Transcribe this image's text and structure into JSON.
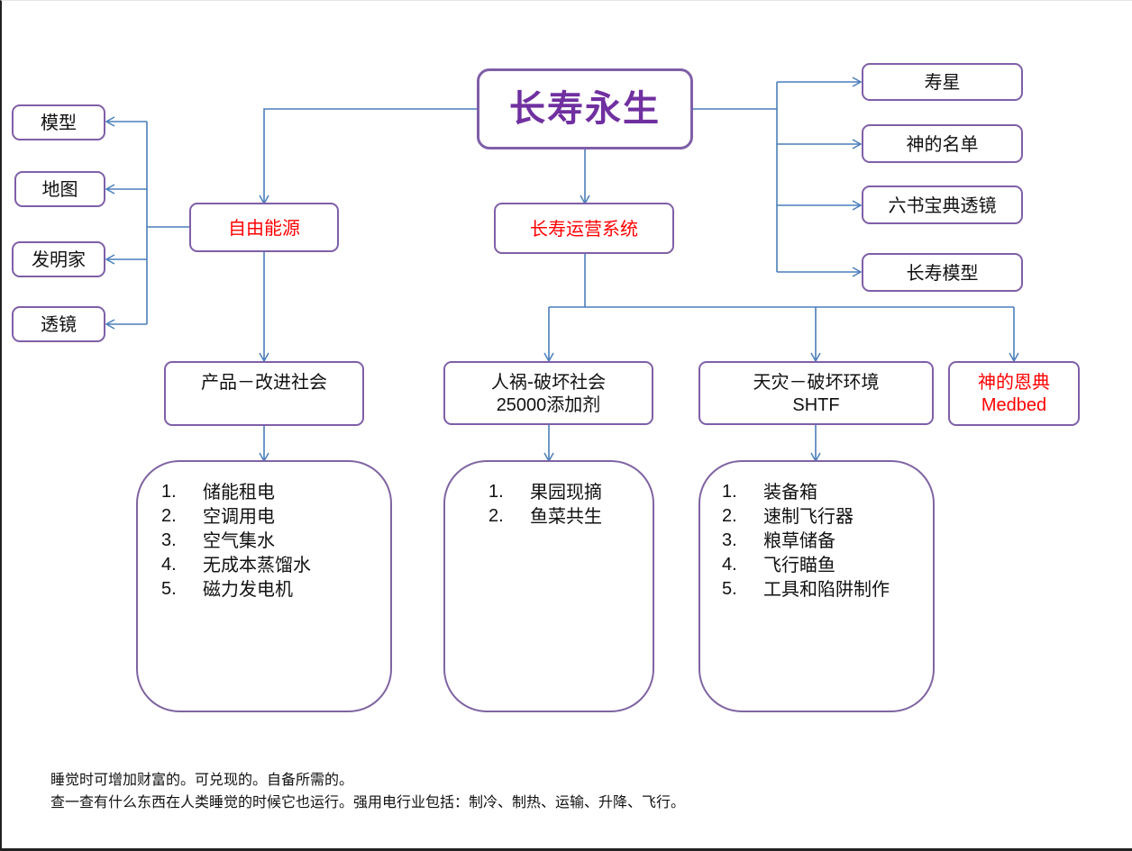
{
  "diagram": {
    "root": {
      "label": "长寿永生"
    },
    "left_branch": {
      "label": "自由能源",
      "children": [
        "模型",
        "地图",
        "发明家",
        "透镜"
      ],
      "sub": {
        "label": "产品－改进社会",
        "items": [
          "储能租电",
          "空调用电",
          "空气集水",
          "无成本蒸馏水",
          "磁力发电机"
        ]
      }
    },
    "center_branch": {
      "label": "长寿运营系统",
      "subs": [
        {
          "line1": "人祸-破坏社会",
          "line2": "25000添加剂",
          "items": [
            "果园现摘",
            "鱼菜共生"
          ]
        },
        {
          "line1": "天灾－破坏环境",
          "line2": "SHTF",
          "items": [
            "装备箱",
            "速制飞行器",
            "粮草储备",
            "飞行瞄鱼",
            "工具和陷阱制作"
          ]
        },
        {
          "line1": "神的恩典",
          "line2": "Medbed"
        }
      ]
    },
    "right_branch": {
      "children": [
        "寿星",
        "神的名单",
        "六书宝典透镜",
        "长寿模型"
      ]
    },
    "list_numbers": [
      "1.",
      "2.",
      "3.",
      "4.",
      "5."
    ],
    "notes": [
      "睡觉时可增加财富的。可兑现的。自备所需的。",
      "查一查有什么东西在人类睡觉的时候它也运行。强用电行业包括：制冷、制热、运输、升降、飞行。"
    ],
    "colors": {
      "connector": "#4a7ebb",
      "box_border": "#8064a2",
      "root_text": "#7030a0",
      "highlight_text": "#ff0000"
    }
  }
}
